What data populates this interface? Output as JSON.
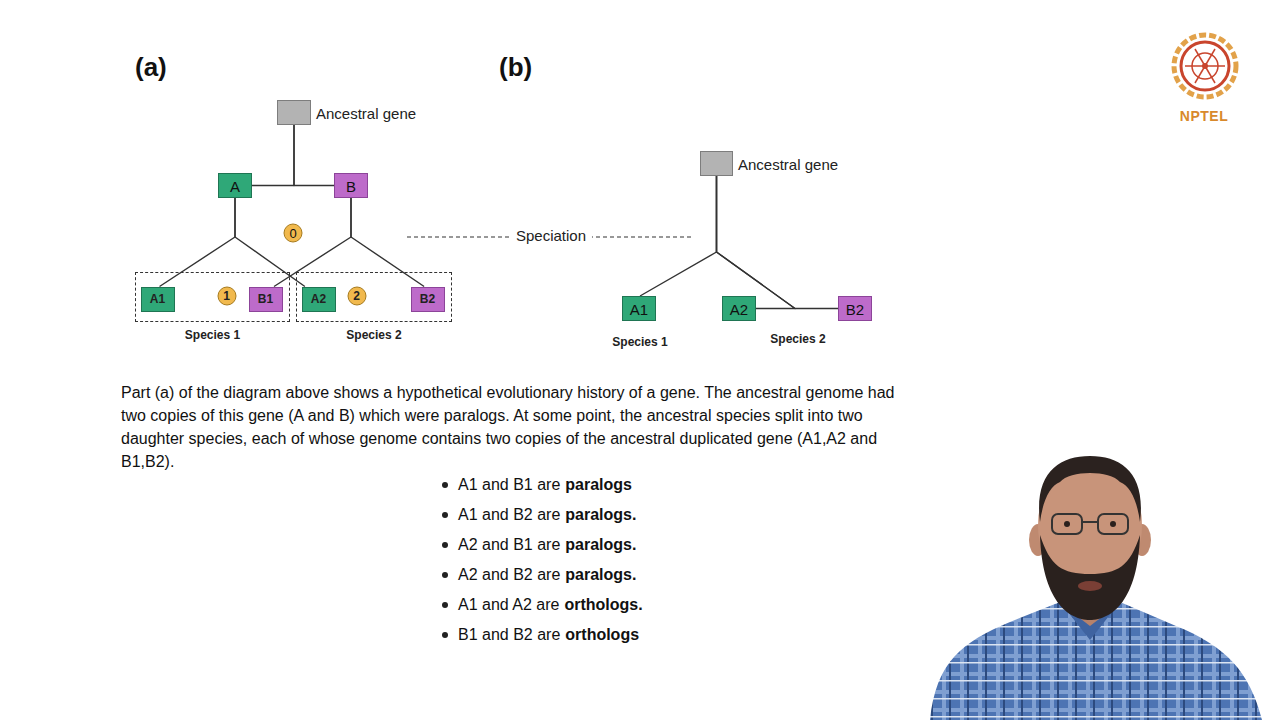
{
  "diagram": {
    "caption": "Part (a) of the diagram above shows a hypothetical evolutionary history of a gene. The ancestral genome had two copies of this gene (A and B) which were paralogs. At some point, the ancestral species split into two daughter species, each of whose genome contains two copies of the ancestral duplicated gene (A1,A2 and B1,B2).",
    "nodes": [
      {
        "text": [
          "Ancestral gene"
        ]
      },
      {
        "text": [
          "A"
        ]
      },
      {
        "text": [
          "B"
        ]
      },
      {
        "text": [
          "0"
        ]
      },
      {
        "text": [
          "Species 1"
        ]
      },
      {
        "text": [
          "A1"
        ],
        "in": 4
      },
      {
        "text": [
          "1"
        ],
        "in": 4
      },
      {
        "text": [
          "B1"
        ],
        "in": 4
      },
      {
        "text": [
          "Species 2"
        ]
      },
      {
        "text": [
          "A2"
        ],
        "in": 8
      },
      {
        "text": [
          "2"
        ],
        "in": 8
      },
      {
        "text": [
          "B2"
        ],
        "in": 8
      },
      {
        "text": [
          "Ancestral gene"
        ]
      },
      {
        "text": [
          "A1"
        ]
      },
      {
        "text": [
          "A2"
        ]
      },
      {
        "text": [
          "B2"
        ]
      }
    ],
    "edges": [
      {
        "from": 0,
        "to": 1,
        "arrow": "none"
      },
      {
        "from": 0,
        "to": 2,
        "arrow": "none"
      },
      {
        "from": 1,
        "to": 5,
        "arrow": "none"
      },
      {
        "from": 1,
        "to": 9,
        "arrow": "none"
      },
      {
        "from": 2,
        "to": 7,
        "arrow": "none"
      },
      {
        "from": 2,
        "to": 11,
        "arrow": "none"
      },
      {
        "from": 12,
        "to": 13,
        "arrow": "none"
      },
      {
        "from": 12,
        "to": 14,
        "arrow": "none"
      },
      {
        "from": 12,
        "to": 15,
        "arrow": "none"
      }
    ],
    "labels": [
      "(a)",
      "(b)",
      "Speciation",
      "Species 1",
      "Species 2",
      "A1 and B1 are",
      "paralogs",
      "A1 and B2 are",
      "paralogs.",
      "A2 and B1 are",
      "paralogs.",
      "A2 and B2 are",
      "paralogs.",
      "A1 and A2 are",
      "orthologs.",
      "B1 and B2 are",
      "orthologs",
      "NPTEL"
    ]
  }
}
